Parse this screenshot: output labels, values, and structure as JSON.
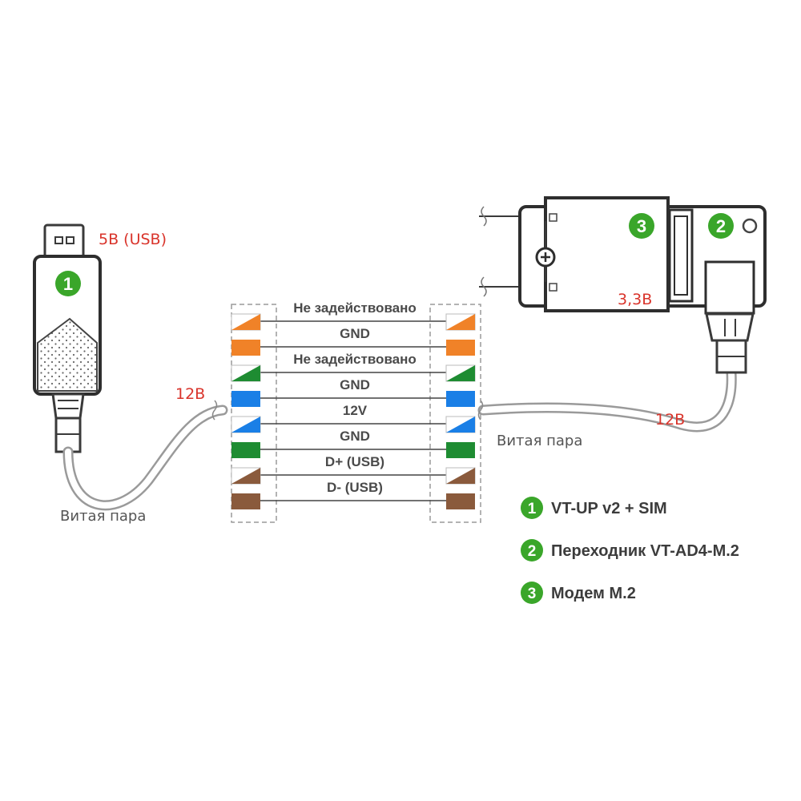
{
  "labels": {
    "usb_voltage": "5В (USB)",
    "left_voltage": "12В",
    "right_voltage": "12В",
    "modem_voltage": "3,3В",
    "left_cable": "Витая пара",
    "right_cable": "Витая пара"
  },
  "wires": [
    {
      "label": "Не задействовано",
      "color": "#f08228",
      "striped": true
    },
    {
      "label": "GND",
      "color": "#f08228",
      "striped": false
    },
    {
      "label": "Не задействовано",
      "color": "#1e8c32",
      "striped": true
    },
    {
      "label": "GND",
      "color": "#1a7fe6",
      "striped": false
    },
    {
      "label": "12V",
      "color": "#1a7fe6",
      "striped": true
    },
    {
      "label": "GND",
      "color": "#1e8c32",
      "striped": false
    },
    {
      "label": "D+ (USB)",
      "color": "#8a5a3c",
      "striped": true
    },
    {
      "label": "D- (USB)",
      "color": "#8a5a3c",
      "striped": false
    }
  ],
  "badges": {
    "device1": "1",
    "device2": "2",
    "device3": "3",
    "badge_color": "#3aa62a"
  },
  "legend": [
    {
      "num": "1",
      "text": "VT-UP v2 + SIM"
    },
    {
      "num": "2",
      "text": "Переходник VT-AD4-M.2"
    },
    {
      "num": "3",
      "text": "Модем M.2"
    }
  ]
}
